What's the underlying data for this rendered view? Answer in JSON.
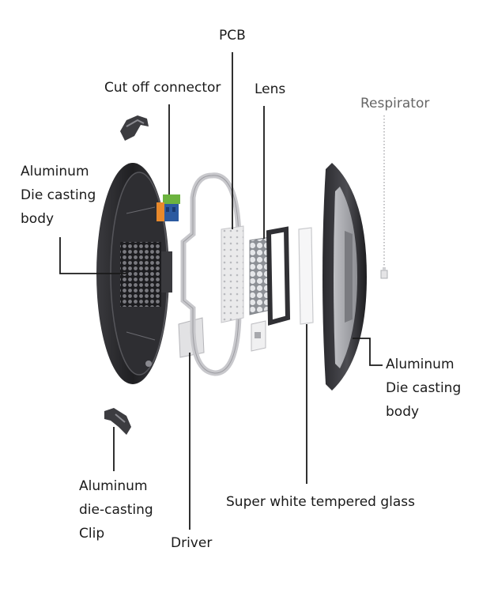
{
  "labels": {
    "pcb": "PCB",
    "cut_off_connector": "Cut off connector",
    "lens": "Lens",
    "respirator": "Respirator",
    "body_left": "Aluminum\nDie casting\nbody",
    "body_right": "Aluminum\nDie casting\nbody",
    "clip": "Aluminum\ndie-casting\nClip",
    "driver": "Driver",
    "glass": "Super white tempered glass"
  },
  "colors": {
    "housing": "#2b2b2f",
    "housing_edge": "#555559",
    "heatsink": "#4a4a4e",
    "gasket": "#c8c8cc",
    "pcb": "#e9e9ea",
    "lens": "#cfd2d6",
    "glass": "#f4f4f5",
    "connector_green": "#6cb33f",
    "connector_orange": "#e8892b",
    "connector_blue": "#2c5aa0",
    "leader": "#1a1a1a"
  }
}
